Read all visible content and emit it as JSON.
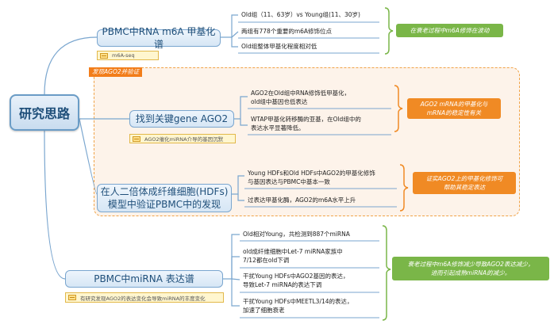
{
  "root": {
    "label": "研究思路"
  },
  "group_tag": "发现AGO2并验证",
  "branches": [
    {
      "title": "PBMC中RNA m6A 甲基化谱",
      "note": "m6A-seq",
      "leaves": [
        "Old组（11、63岁）vs Young组(11、30岁)",
        "两组有778个重要的m6A修饰位点",
        "Old组整体甲基化程度相对低"
      ],
      "summary": "在衰老过程中m6A修饰在波动"
    },
    {
      "title": "找到关键gene AGO2",
      "note": "AGO2催化miRNA介导的基因沉默",
      "leaves": [
        [
          "AGO2在Old组中RNA修饰低甲基化，",
          "old组中基因也低表达"
        ],
        [
          "WTAP甲基化转移酶的亚基，在Old组中的",
          "表达水平显著降低。"
        ]
      ],
      "summary": [
        "AGO2 mRNA的甲基化与",
        "mRNA的稳定性有关"
      ]
    },
    {
      "title": [
        "在人二倍体成纤维细胞(HDFs)",
        "模型中验证PBMC中的发现"
      ],
      "leaves": [
        [
          "Young HDFs和Old HDFs中AGO2的甲基化修饰",
          "与基因表达与PBMC中基本一致"
        ],
        "过表达甲基化酶，AGO2的m6A水平上升"
      ],
      "summary": [
        "证实AGO2上的甲基化修饰可",
        "帮助其稳定表达"
      ]
    },
    {
      "title": "PBMC中miRNA 表达谱",
      "note": "有研究发现AGO2的表达变化会导致miRNA的丰度变化",
      "leaves": [
        "Old相对Young，共检测到887个miRNA",
        [
          "old成纤维细胞中Let-7 miRNA家族中",
          "7/12都在old下调"
        ],
        [
          "干扰Young HDFs中AGO2基因的表达，",
          "导致Let-7 miRNA的表达下调"
        ],
        [
          "干扰Young HDFs中MEETL3/14的表达，",
          "加速了细胞衰老"
        ]
      ],
      "summary": [
        "衰老过程中m6A修饰减少导致AGO2表达减少，",
        "进而引起成熟miRNA的减少。"
      ]
    }
  ],
  "colors": {
    "topic_border": "#7aa6cf",
    "green": "#7ab648",
    "orange": "#f08a24",
    "blue_line": "#7aa6cf"
  }
}
